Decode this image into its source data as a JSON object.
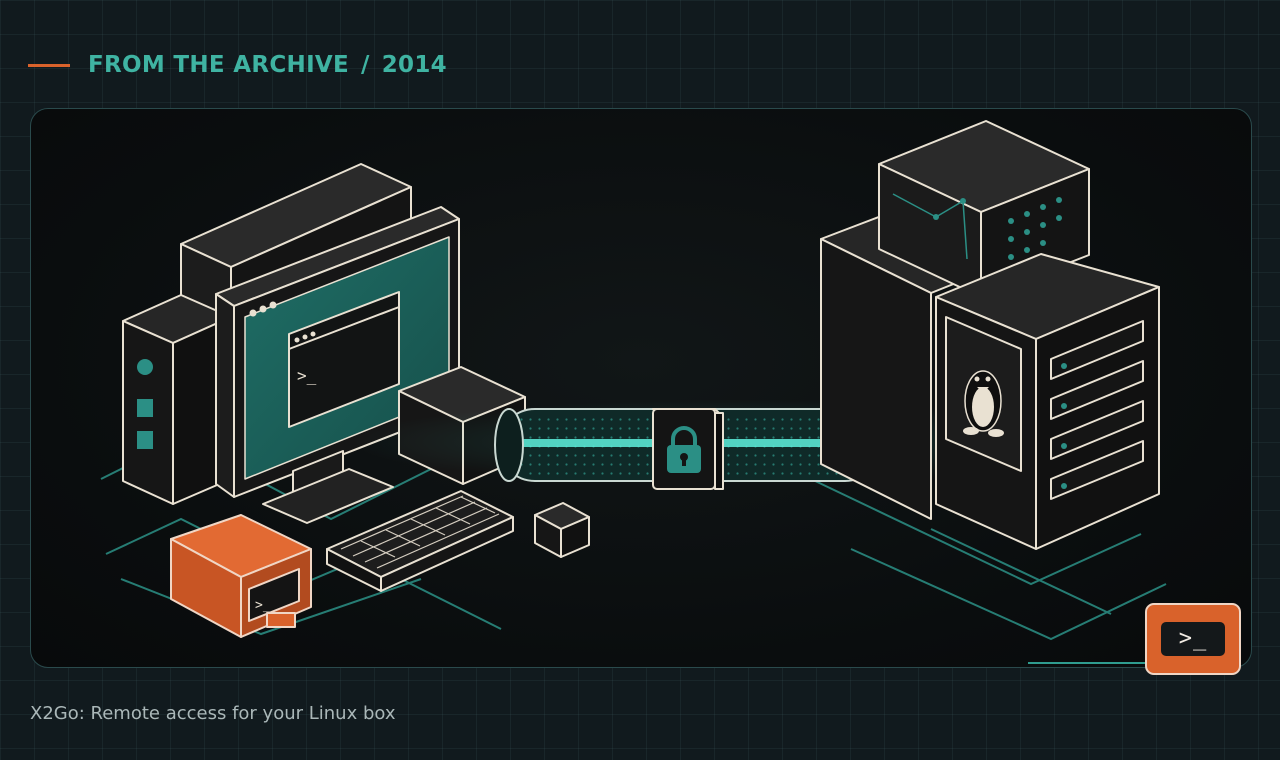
{
  "kicker": {
    "label": "FROM THE ARCHIVE",
    "separator": "/",
    "year": "2014"
  },
  "hero": {
    "icons": [
      "desktop-computer-icon",
      "monitor-icon",
      "keyboard-icon",
      "usb-terminal-icon",
      "secure-tunnel-icon",
      "lock-icon",
      "server-icon",
      "linux-penguin-icon"
    ],
    "prompt": ">_"
  },
  "badge": {
    "prompt": ">_"
  },
  "caption": "X2Go: Remote access for your Linux box",
  "colors": {
    "accent_teal": "#3fb3a2",
    "accent_orange": "#d9622b",
    "outline": "#e9e1d2",
    "background": "#111a1e"
  }
}
